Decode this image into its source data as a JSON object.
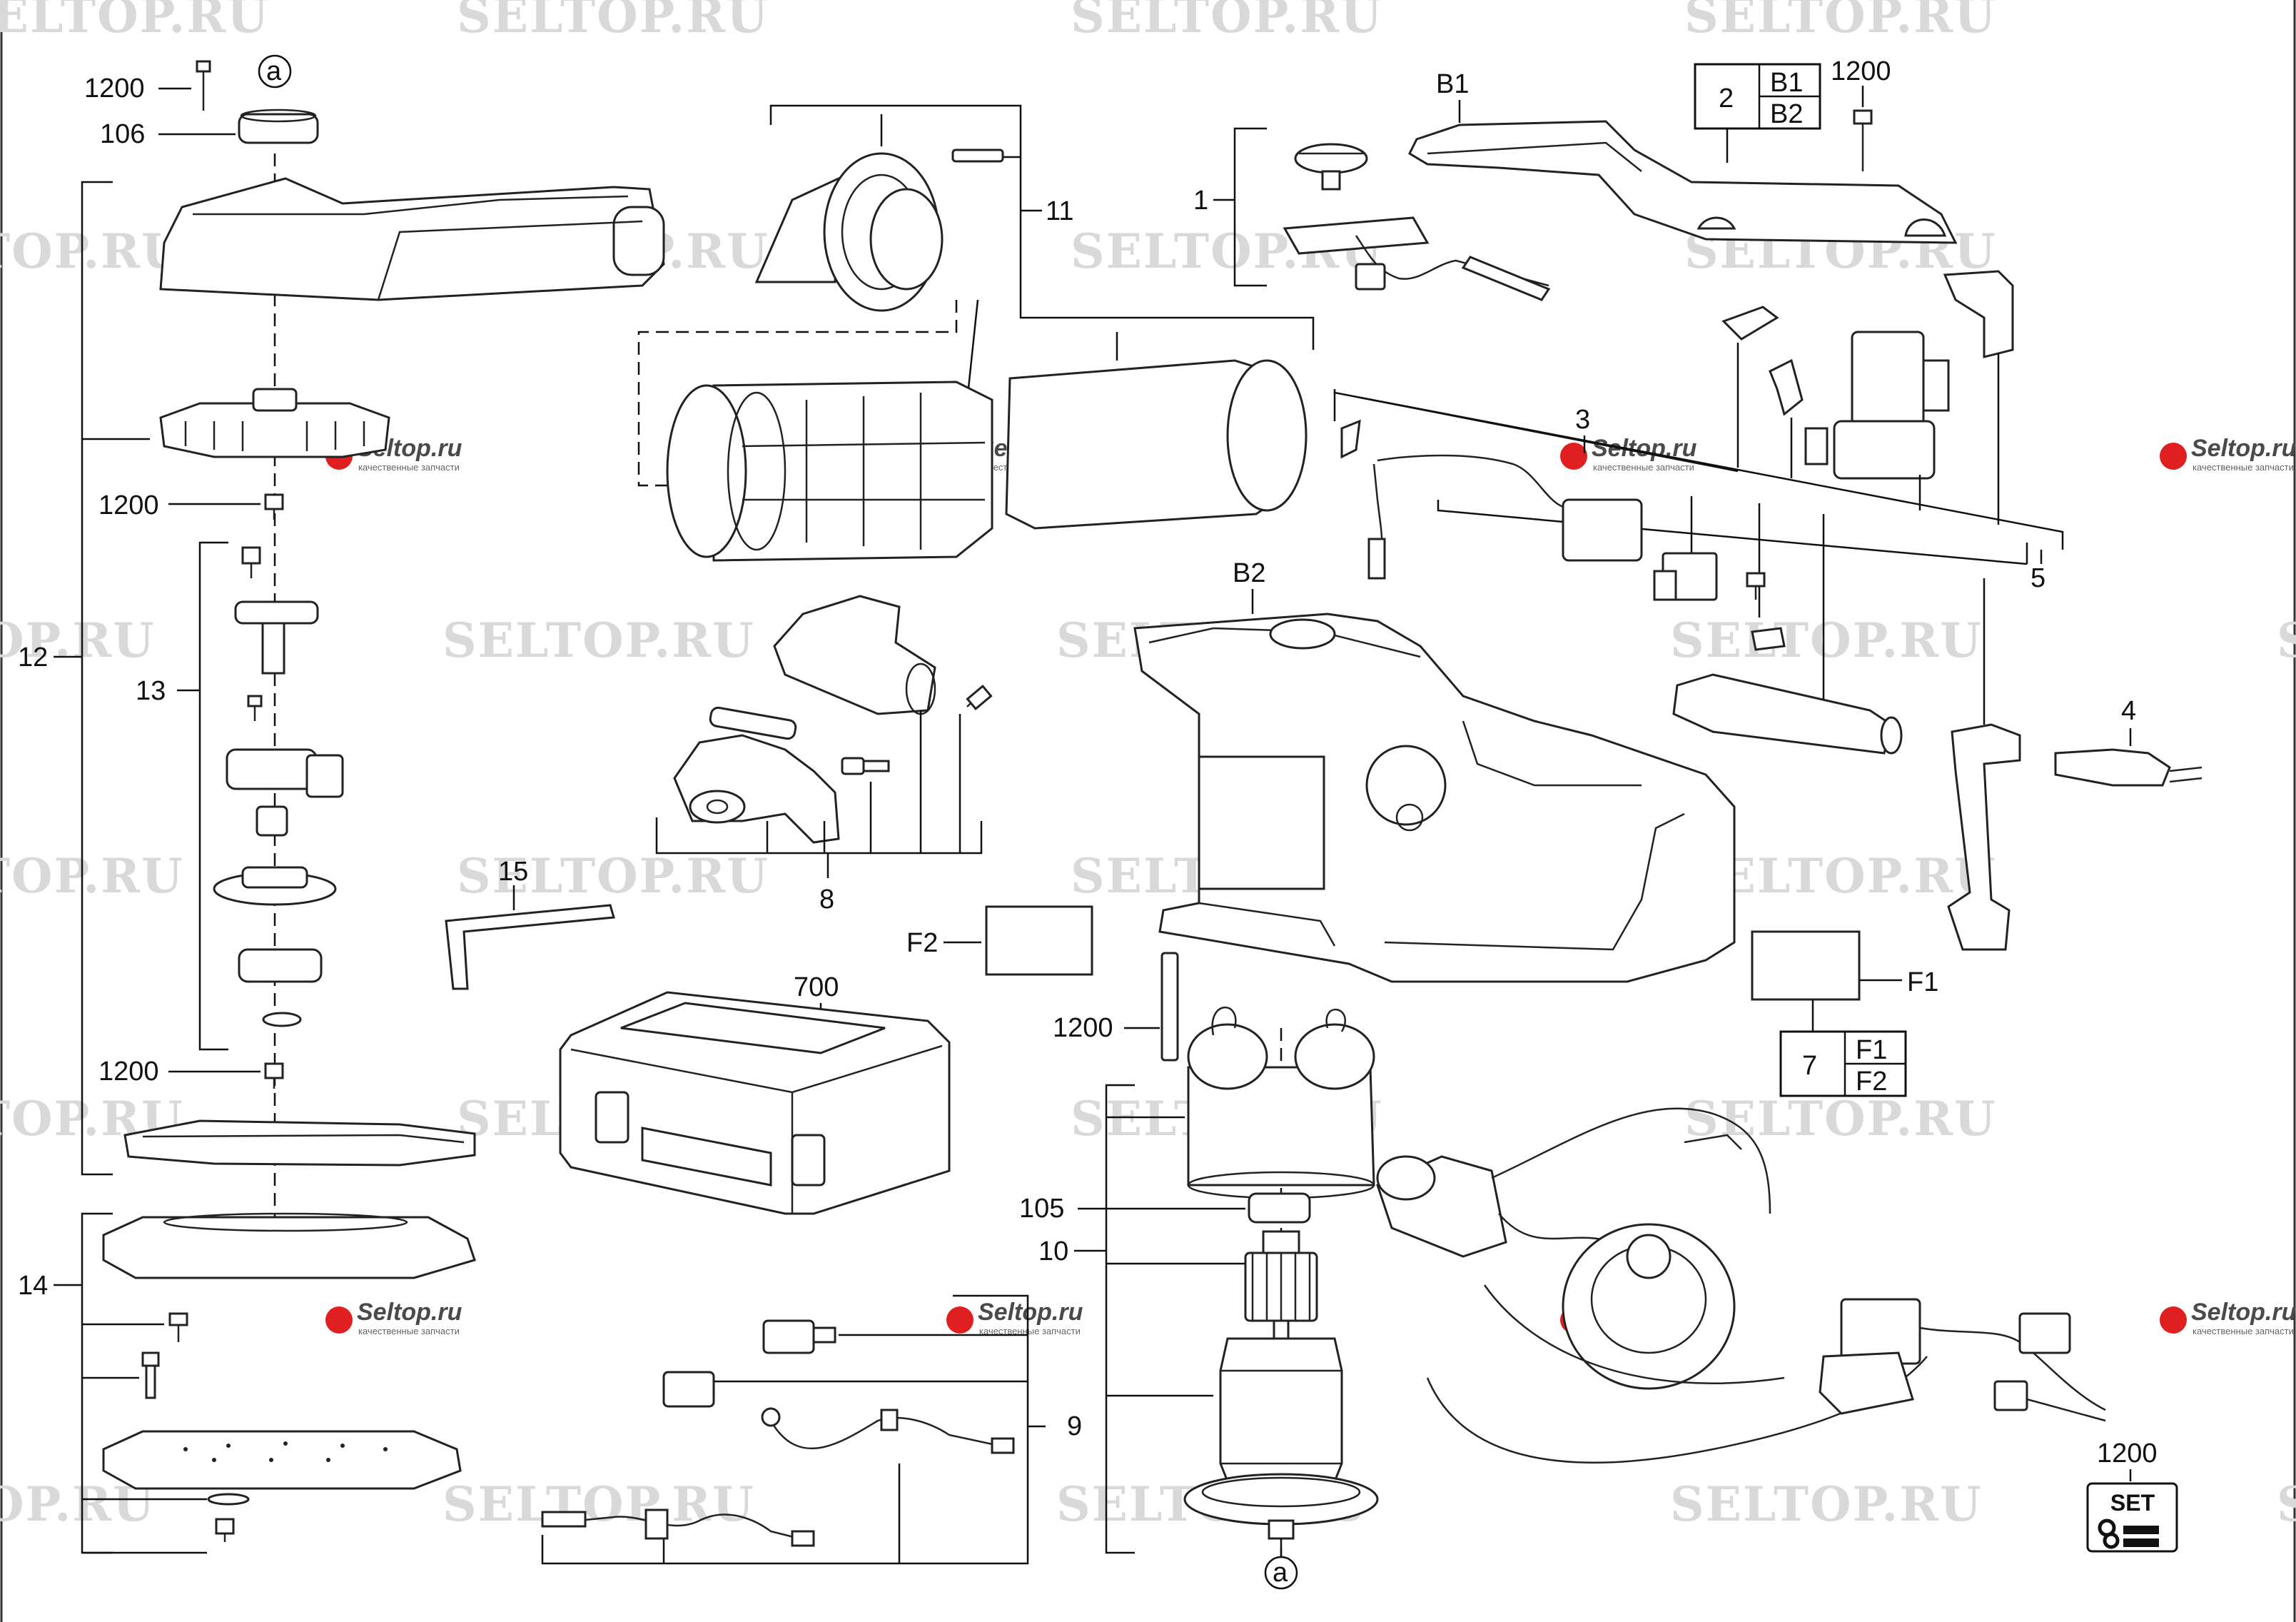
{
  "watermark": {
    "text": "SELTOP.RU"
  },
  "logo": {
    "text": "Seltop.ru",
    "subtitle": "качественные запчасти",
    "color": "#e02020"
  },
  "callouts": {
    "c1200_top": "1200",
    "c106": "106",
    "ca_top": "a",
    "c12": "12",
    "c1200_b": "1200",
    "c13": "13",
    "c1200_c": "1200",
    "c14": "14",
    "c11": "11",
    "c8": "8",
    "c15": "15",
    "cF2": "F2",
    "c700": "700",
    "c9": "9",
    "c1": "1",
    "cB1": "B1",
    "c1200_d": "1200",
    "c3": "3",
    "c5": "5",
    "c4": "4",
    "cB2": "B2",
    "cF1": "F1",
    "c1200_e": "1200",
    "c105": "105",
    "c10": "10",
    "ca_bot": "a",
    "c1200_set": "1200"
  },
  "boxes": {
    "box2": {
      "main": "2",
      "top": "B1",
      "bottom": "B2"
    },
    "box7": {
      "main": "7",
      "top": "F1",
      "bottom": "F2"
    }
  },
  "set_badge": {
    "text": "SET"
  }
}
